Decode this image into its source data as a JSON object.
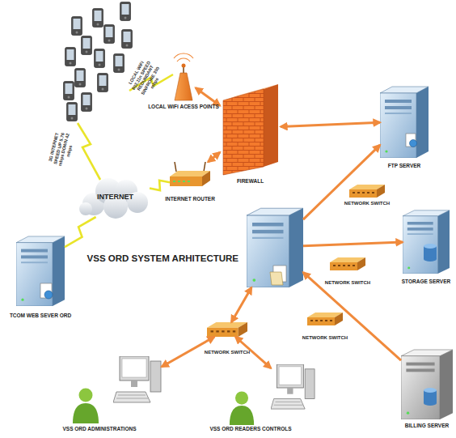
{
  "diagram": {
    "nodes": [
      {
        "text": [
          "LOCAL WiFi ACESS POINTS"
        ]
      },
      {
        "text": [
          "FIREWALL"
        ]
      },
      {
        "text": [
          "FTP SERVER"
        ]
      },
      {
        "text": [
          "INTERNET ROUTER"
        ]
      },
      {
        "text": [
          "INTERNET"
        ]
      },
      {
        "text": [
          "NETWORK SWITCH"
        ]
      },
      {
        "text": [
          "TCOM WEB SEVER ORD"
        ]
      },
      {
        "text": [
          "VSS ORD SYSTEM ARHITECTURE"
        ]
      },
      {
        "text": [
          "STORAGE SERVER"
        ]
      },
      {
        "text": [
          "NETWORK SWITCH"
        ]
      },
      {
        "text": [
          "NETWORK SWITCH"
        ]
      },
      {
        "text": [
          "NETWORK SWITCH"
        ]
      },
      {
        "text": [
          "BILLING SERVER"
        ]
      },
      {
        "text": [
          "VSS ORD ADMINISTRATIONS"
        ]
      },
      {
        "text": [
          "VSS ORD READERS CONTROLS"
        ]
      }
    ],
    "edges": [
      {
        "from": 0,
        "to": 1,
        "arrow": "both"
      },
      {
        "from": 3,
        "to": 1,
        "arrow": "both"
      },
      {
        "from": 1,
        "to": 2,
        "arrow": "both"
      },
      {
        "from": 7,
        "to": 2,
        "arrow": "to"
      },
      {
        "from": 7,
        "to": 8,
        "arrow": "to"
      },
      {
        "from": 12,
        "to": 7,
        "arrow": "to"
      },
      {
        "from": 7,
        "to": 11,
        "arrow": "both"
      },
      {
        "from": 11,
        "to": 13,
        "arrow": "both"
      },
      {
        "from": 11,
        "to": 14,
        "arrow": "both"
      },
      {
        "from": 4,
        "to": 3,
        "arrow": "none"
      },
      {
        "from": 4,
        "to": 6,
        "arrow": "none"
      }
    ],
    "labels": [
      "LOCAL WiFi 802.11n SPEED REDUNDANT SINFRONE 300 mbps",
      "3G INTERNET SPEED UP 5.76 mbps DOWN 42 mbps"
    ]
  }
}
